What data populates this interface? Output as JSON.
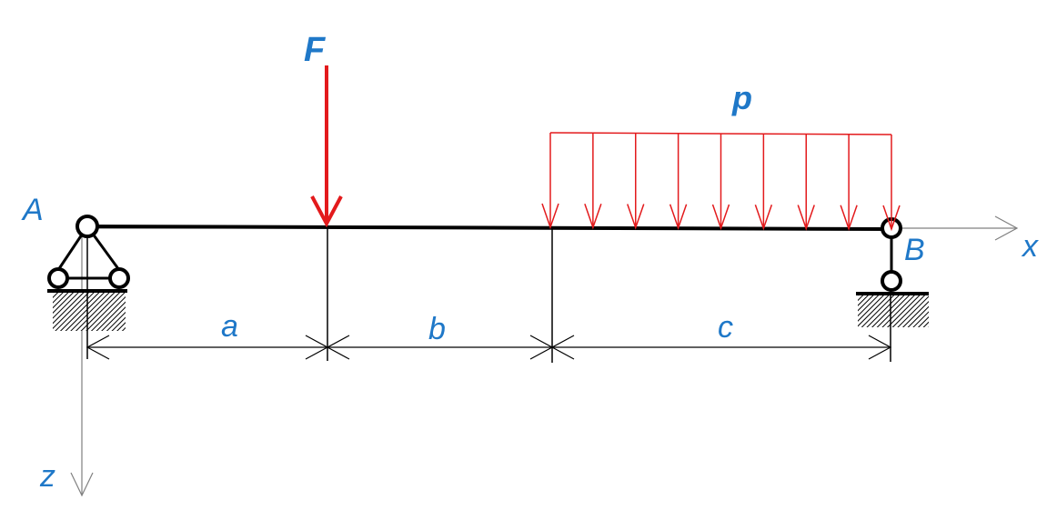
{
  "diagram": {
    "labels": {
      "support_a": "A",
      "support_b": "B",
      "force": "F",
      "distributed_load": "p",
      "axis_x": "x",
      "axis_z": "z",
      "span_a": "a",
      "span_b": "b",
      "span_c": "c"
    },
    "colors": {
      "beam": "#000000",
      "load": "#E31A1C",
      "label": "#1F78C8",
      "axis": "#808080",
      "dimension": "#000000"
    }
  }
}
